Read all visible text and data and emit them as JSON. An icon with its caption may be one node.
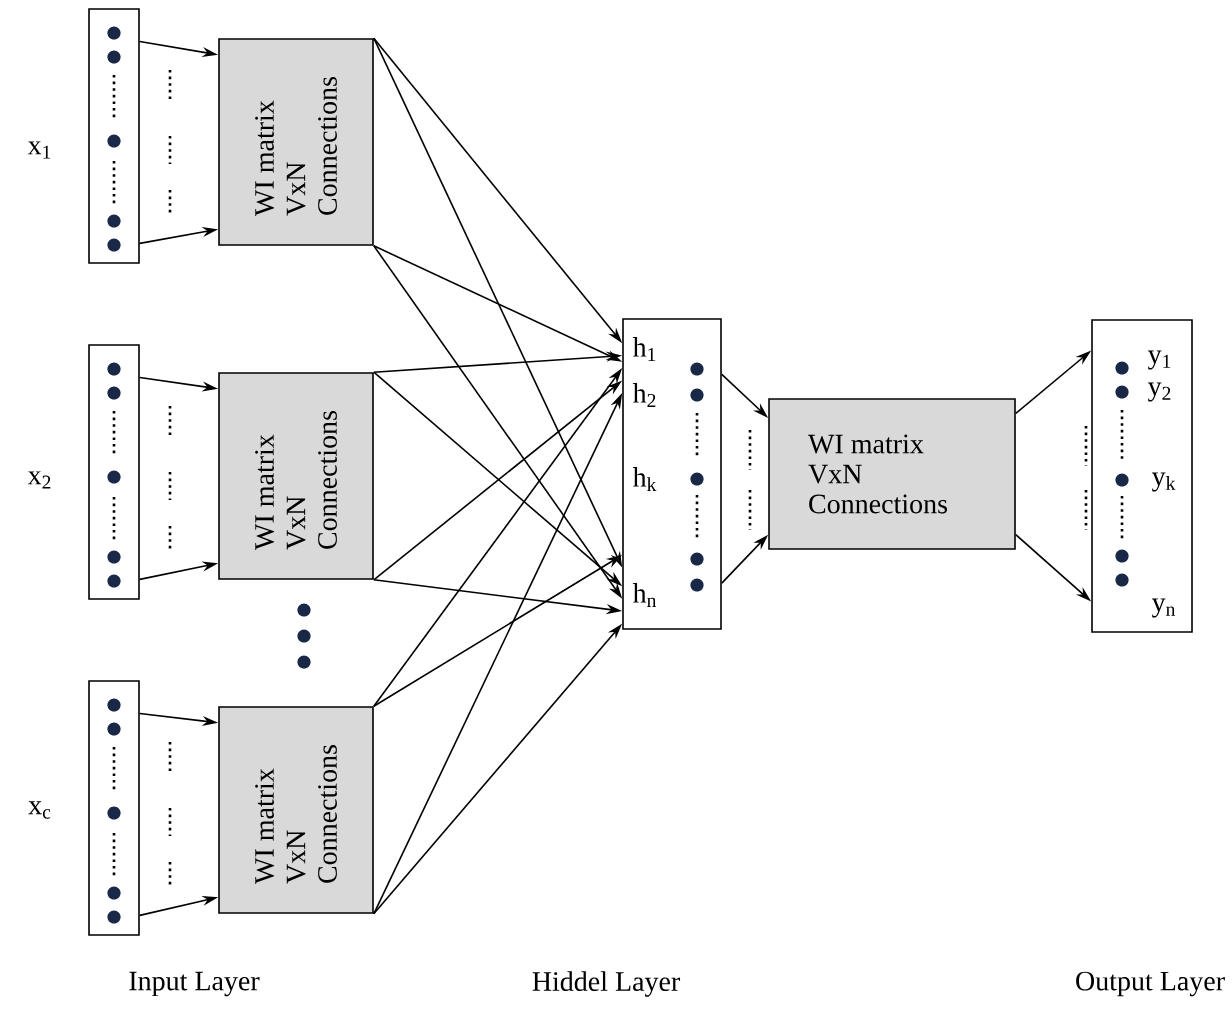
{
  "diagram": {
    "nodes": [
      {
        "text": [],
        "shape": "box",
        "beside": [
          "x$_{1}$"
        ]
      },
      {
        "text": [
          "WI matrix VxN Connections"
        ]
      },
      {
        "text": [],
        "shape": "box",
        "beside": [
          "x$_{2}$"
        ]
      },
      {
        "text": [
          "WI matrix VxN Connections"
        ]
      },
      {
        "text": [],
        "shape": "box",
        "beside": [
          "x$_{c}$"
        ]
      },
      {
        "text": [
          "WI matrix VxN Connections"
        ]
      },
      {
        "text": [
          "h$_{1}$",
          "h$_{2}$",
          "h$_{k}$",
          "h$_{n}$"
        ]
      },
      {
        "text": [
          "WI matrix VxN Connections"
        ]
      },
      {
        "text": [
          "y$_{1}$",
          "y$_{2}$",
          "y$_{k}$",
          "y$_{n}$"
        ]
      }
    ],
    "edges": [
      {
        "from": 0,
        "to": 1,
        "arrow": "to"
      },
      {
        "from": 0,
        "to": 1,
        "arrow": "to"
      },
      {
        "from": 1,
        "to": 6,
        "arrow": "to"
      },
      {
        "from": 1,
        "to": 6,
        "arrow": "to"
      },
      {
        "from": 1,
        "to": 6,
        "arrow": "to"
      },
      {
        "from": 1,
        "to": 6,
        "arrow": "to"
      },
      {
        "from": 2,
        "to": 3,
        "arrow": "to"
      },
      {
        "from": 2,
        "to": 3,
        "arrow": "to"
      },
      {
        "from": 3,
        "to": 6,
        "arrow": "to"
      },
      {
        "from": 3,
        "to": 6,
        "arrow": "to"
      },
      {
        "from": 3,
        "to": 6,
        "arrow": "to"
      },
      {
        "from": 3,
        "to": 6,
        "arrow": "to"
      },
      {
        "from": 4,
        "to": 5,
        "arrow": "to"
      },
      {
        "from": 4,
        "to": 5,
        "arrow": "to"
      },
      {
        "from": 5,
        "to": 6,
        "arrow": "to"
      },
      {
        "from": 5,
        "to": 6,
        "arrow": "to"
      },
      {
        "from": 5,
        "to": 6,
        "arrow": "to"
      },
      {
        "from": 5,
        "to": 6,
        "arrow": "to"
      },
      {
        "from": 6,
        "to": 7,
        "arrow": "to"
      },
      {
        "from": 6,
        "to": 7,
        "arrow": "to"
      },
      {
        "from": 7,
        "to": 8,
        "arrow": "to"
      },
      {
        "from": 7,
        "to": 8,
        "arrow": "to"
      }
    ],
    "labels": [
      "Input Layer",
      "Hiddel Layer",
      "Output Layer"
    ]
  }
}
